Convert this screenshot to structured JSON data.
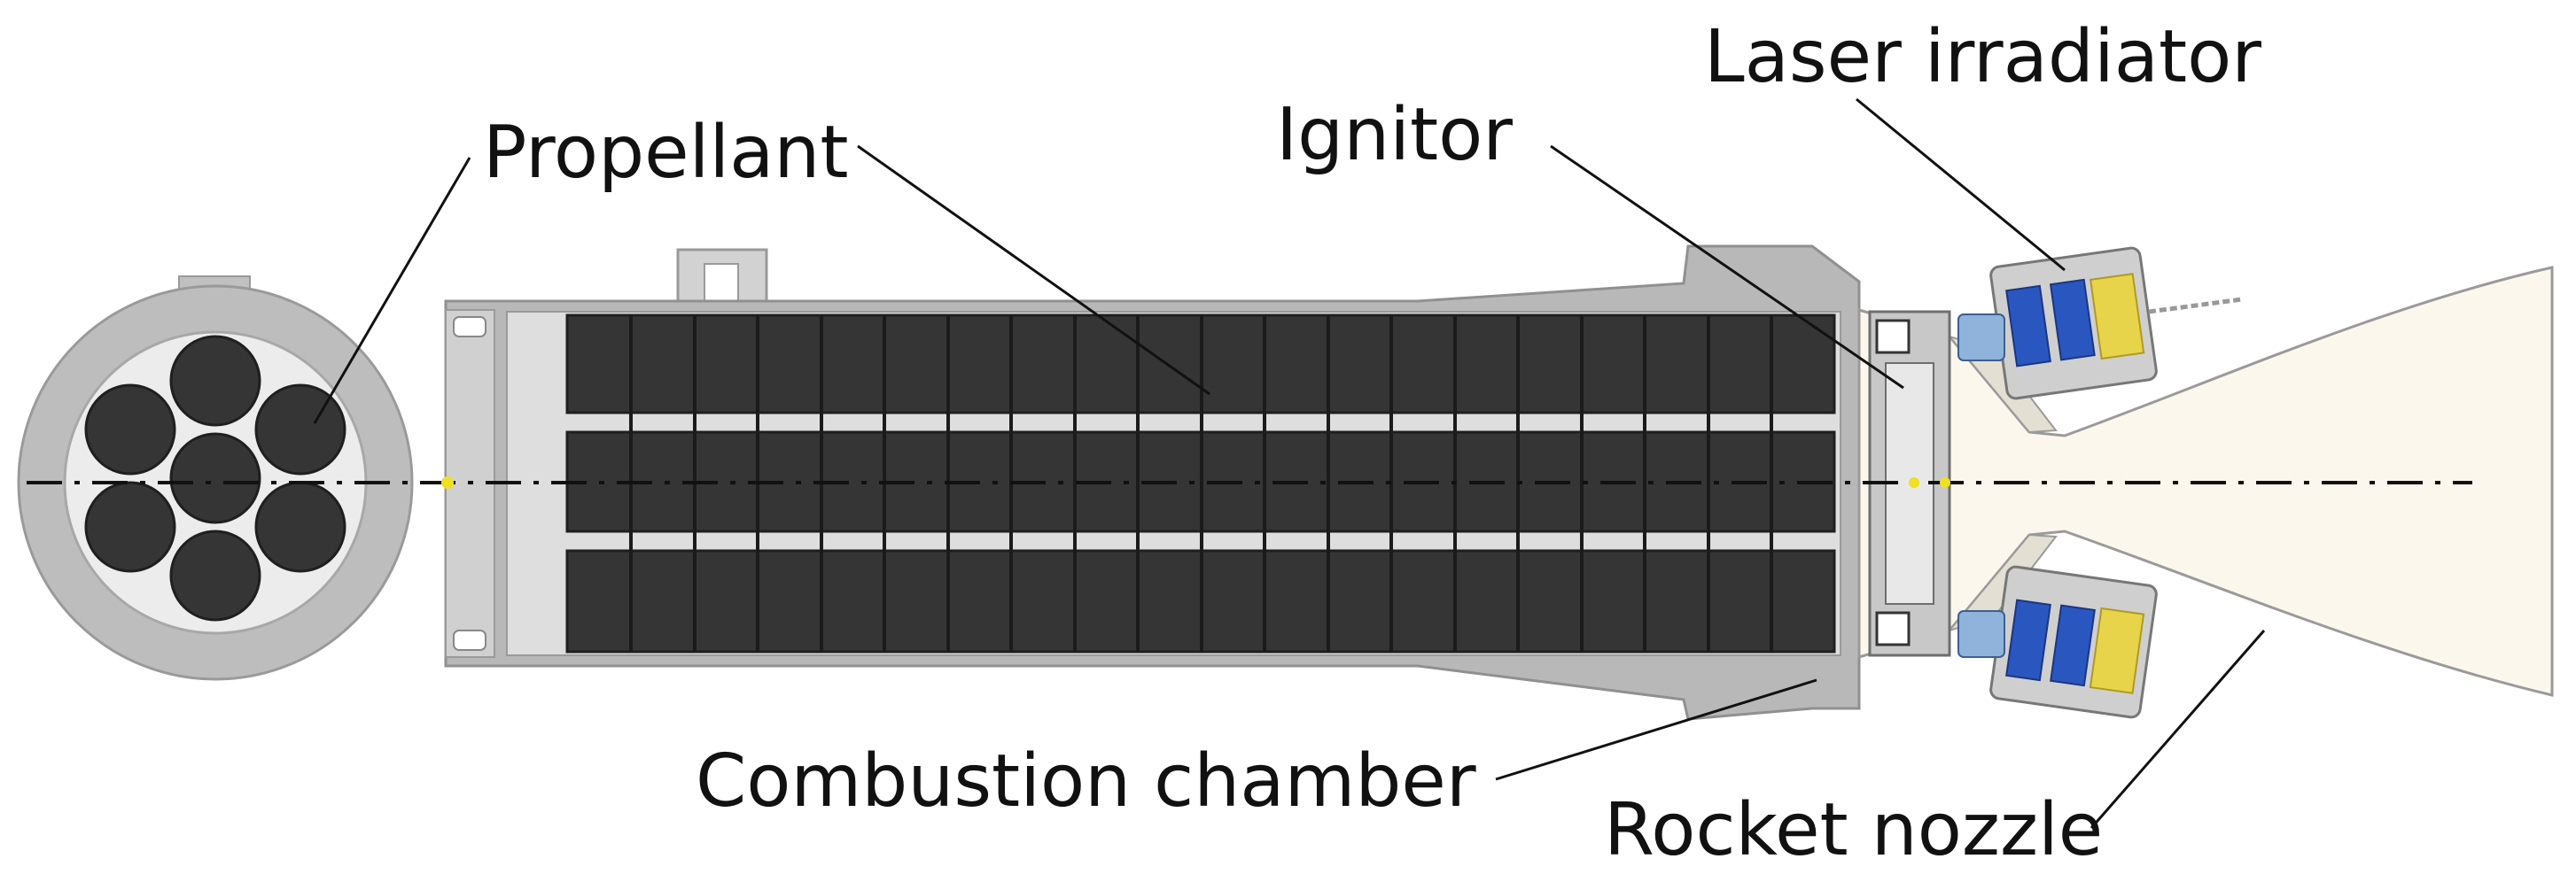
{
  "labels": {
    "propellant": "Propellant",
    "ignitor": "Ignitor",
    "laser_irradiator": "Laser irradiator",
    "combustion_chamber": "Combustion chamber",
    "rocket_nozzle": "Rocket nozzle"
  },
  "colors": {
    "casing_outer": "#b8b8b8",
    "casing_inner": "#d0d0d0",
    "bore": "#e9e9e9",
    "grain": "#353535",
    "nozzle": "#fbf7ec",
    "laser_blue": "#2a56c0",
    "laser_yellow": "#e8d44a",
    "optic_blue": "#8fb3da"
  }
}
